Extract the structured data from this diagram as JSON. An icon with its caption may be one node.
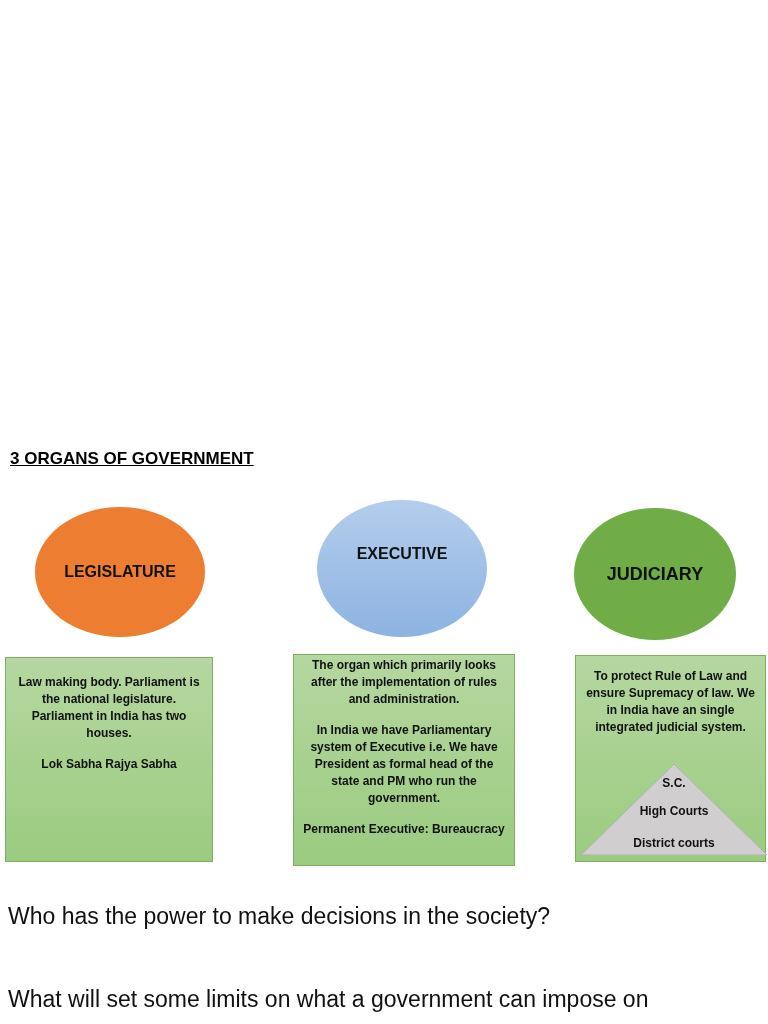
{
  "diagram": {
    "title": "3 ORGANS OF GOVERNMENT",
    "nodes": [
      {
        "text": [
          "LEGISLATURE"
        ]
      },
      {
        "text": [
          "EXECUTIVE"
        ]
      },
      {
        "text": [
          "JUDICIARY"
        ]
      },
      {
        "text": [
          "Law making body. Parliament is the national legislature. Parliament in India has two houses.",
          "Lok Sabha Rajya Sabha"
        ]
      },
      {
        "text": [
          "The organ which primarily looks after the implementation of rules and administration.",
          "In India we have Parliamentary system of Executive i.e. We have President as formal head of the state and PM who run the government.",
          "Permanent Executive: Bureaucracy"
        ]
      },
      {
        "text": [
          "To protect Rule of Law and ensure Supremacy of law. We in India have an single integrated judicial system."
        ]
      },
      {
        "text": [
          "S.C.",
          "High Courts",
          "District courts"
        ],
        "in": 5
      }
    ],
    "edges": [],
    "labels": [
      "Who has the power to make decisions in the society?",
      "What will set some limits on what a government can impose on"
    ]
  }
}
